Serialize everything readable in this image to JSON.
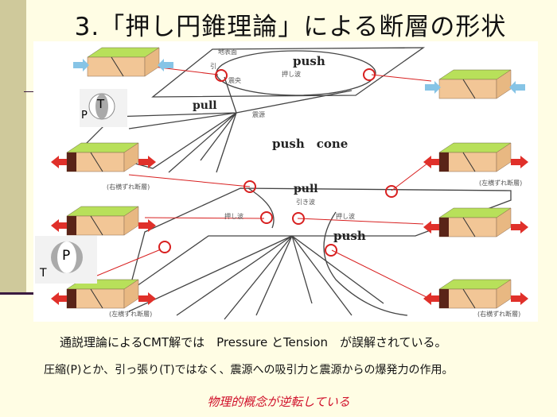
{
  "slide": {
    "title": "3.「押し円錐理論」による断層の形状",
    "figure": {
      "labels": {
        "push_top": "push",
        "pull_top": "pull",
        "push_cone": "push　cone",
        "pull_bottom": "pull",
        "push_bottom": "push"
      },
      "japanese_labels": {
        "surface": "地表面",
        "push_wave": "押し波",
        "epicenter": "震央",
        "hypocenter": "震源",
        "pull_wave": "引き波",
        "pull": "引"
      },
      "beachballs": [
        {
          "center": "T",
          "side": "P"
        },
        {
          "center": "P",
          "side": "T"
        }
      ],
      "captions": {
        "right_lateral": "(右横ずれ断層)",
        "left_lateral": "(左横ずれ断層)"
      },
      "colors": {
        "block_top": "#b8e05a",
        "block_side": "#f2c696",
        "fault_face": "#5a2418",
        "push_arrow": "#86c4e6",
        "pull_arrow": "#e0302a",
        "marker": "#d82020"
      }
    },
    "text": {
      "line1": "通説理論によるCMT解では　Pressure とTension　が誤解されている。",
      "line2": "圧縮(P)とか、引っ張り(T)ではなく、震源への吸引力と震源からの爆発力の作用。",
      "line3": "物理的概念が逆転している"
    }
  }
}
